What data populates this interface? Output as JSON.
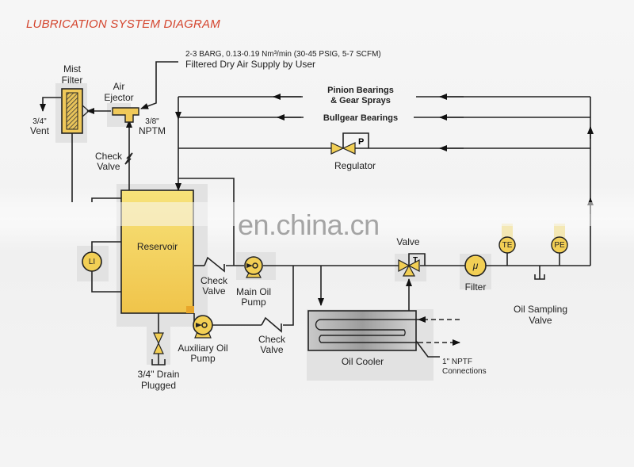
{
  "title": "LUBRICATION SYSTEM DIAGRAM",
  "watermark": "en.china.cn",
  "colors": {
    "title": "#d4452e",
    "component_fill": "#f2cf55",
    "line": "#222222",
    "background": "#f2f2f2"
  },
  "air_supply": {
    "spec": "2-3 BARG, 0.13-0.19 Nm³/min (30-45 PSIG, 5-7 SCFM)",
    "label": "Filtered Dry Air Supply by User"
  },
  "components": {
    "mist_filter": {
      "line1": "Mist",
      "line2": "Filter"
    },
    "air_ejector": {
      "line1": "Air",
      "line2": "Ejector"
    },
    "ejector_connection": {
      "line1": "3/8\"",
      "line2": "NPTM"
    },
    "vent": {
      "line1": "3/4\"",
      "line2": "Vent"
    },
    "check_valve_top": {
      "line1": "Check",
      "line2": "Valve"
    },
    "pinion_bearings": {
      "line1": "Pinion Bearings",
      "line2": "& Gear Sprays"
    },
    "bullgear_bearings": {
      "label": "Bullgear Bearings"
    },
    "regulator": {
      "label": "Regulator",
      "tag": "P"
    },
    "reservoir": {
      "label": "Reservoir"
    },
    "level_indicator": {
      "tag": "LI"
    },
    "check_valve_main": {
      "line1": "Check",
      "line2": "Valve"
    },
    "main_oil_pump": {
      "line1": "Main Oil",
      "line2": "Pump"
    },
    "auxiliary_oil_pump": {
      "line1": "Auxiliary Oil",
      "line2": "Pump"
    },
    "check_valve_aux": {
      "line1": "Check",
      "line2": "Valve"
    },
    "drain": {
      "line1": "3/4\" Drain",
      "line2": "Plugged"
    },
    "temp_valve": {
      "label": "Valve",
      "tag": "T"
    },
    "filter": {
      "label": "Filter",
      "tag": "μ"
    },
    "temp_element": {
      "tag": "TE"
    },
    "pressure_element": {
      "tag": "PE"
    },
    "oil_sampling_valve": {
      "line1": "Oil Sampling",
      "line2": "Valve"
    },
    "oil_cooler": {
      "label": "Oil Cooler"
    },
    "cooler_connections": {
      "line1": "1\" NPTF",
      "line2": "Connections"
    }
  }
}
